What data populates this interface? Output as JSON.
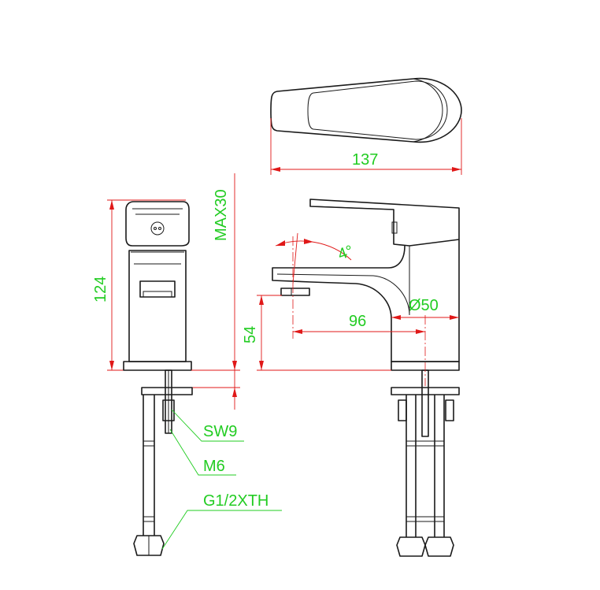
{
  "dimensions": {
    "top_width": "137",
    "height_total": "124",
    "max_thickness": "MAX30",
    "spout_height": "54",
    "spout_reach": "96",
    "base_diameter": "Ø50",
    "handle_angle": "4°"
  },
  "callouts": {
    "wrench": "SW9",
    "stud_thread": "M6",
    "hose_thread": "G1/2XTH"
  },
  "colors": {
    "outline": "#1a1a1a",
    "dimension": "#e01818",
    "label": "#22cc22"
  }
}
